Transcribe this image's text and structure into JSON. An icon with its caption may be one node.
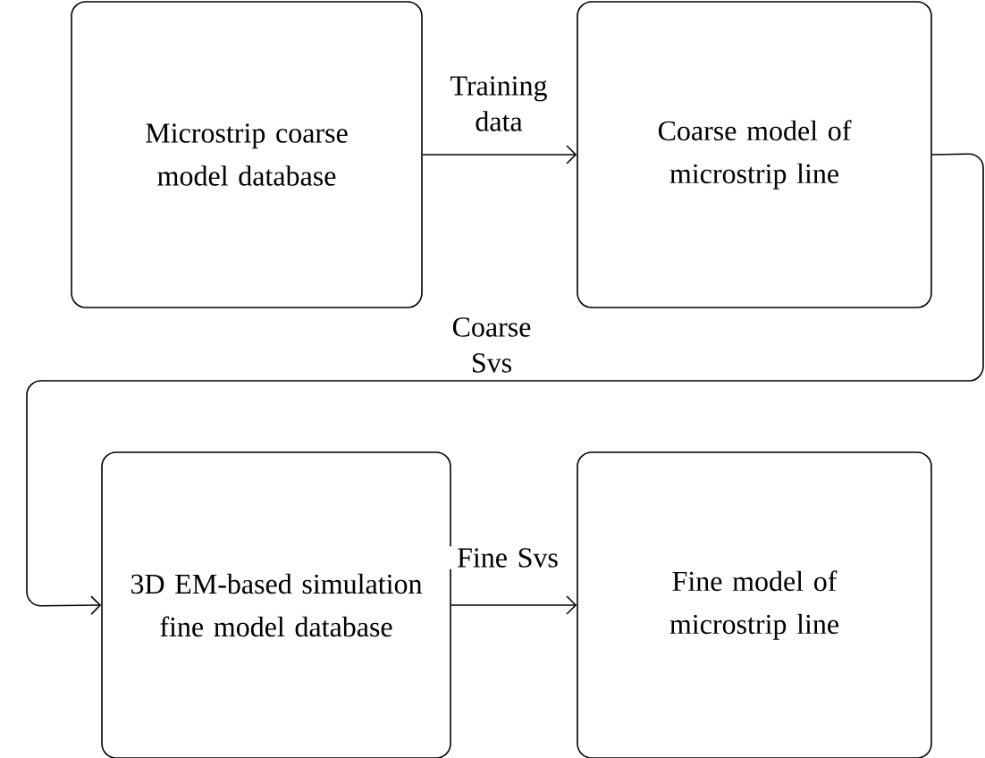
{
  "diagram": {
    "nodes": [
      {
        "text": [
          "Microstrip coarse model database"
        ]
      },
      {
        "text": [
          "Coarse model of microstrip line"
        ]
      },
      {
        "text": [
          "3D EM-based simulation fine model database"
        ]
      },
      {
        "text": [
          "Fine model of microstrip line"
        ]
      }
    ],
    "edges": [
      {
        "from": 0,
        "to": 1,
        "arrow": "to",
        "label": "Training data"
      },
      {
        "from": 1,
        "to": 2,
        "arrow": "to",
        "label": "Coarse Svs"
      },
      {
        "from": 2,
        "to": 3,
        "arrow": "to",
        "label": "Fine Svs"
      }
    ]
  }
}
